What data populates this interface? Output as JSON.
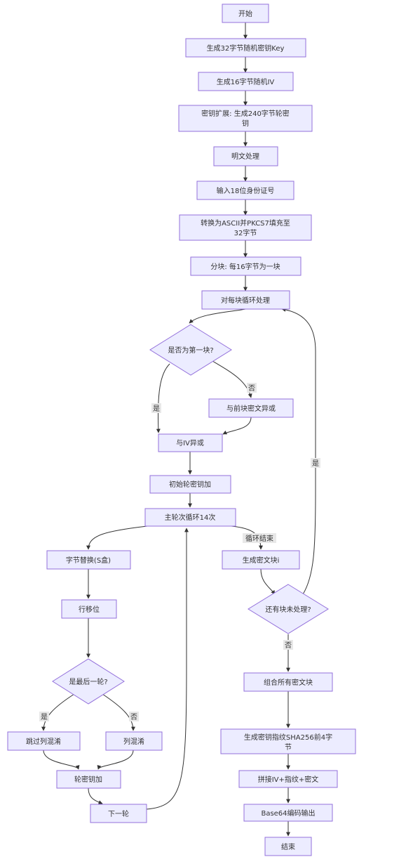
{
  "nodes": {
    "start": "开始",
    "gen_key": "生成32字节随机密钥Key",
    "gen_iv": "生成16字节随机IV",
    "key_expand": [
      "密钥扩展: 生成240字节轮密",
      "钥"
    ],
    "plaintext": "明文处理",
    "input_id": "输入18位身份证号",
    "to_ascii": [
      "转换为ASCII并PKCS7填充至",
      "32字节"
    ],
    "split": "分块: 每16字节为一块",
    "loop_blocks": "对每块循环处理",
    "is_first": "是否为第一块?",
    "xor_prev": "与前块密文异或",
    "xor_iv": "与IV异或",
    "init_round_key": "初始轮密钥加",
    "main_round": "主轮次循环14次",
    "sub_bytes": "字节替换(S盒)",
    "shift_rows": "行移位",
    "is_last": "是最后一轮?",
    "skip_mix": "跳过列混淆",
    "mix_cols": "列混淆",
    "add_round_key": "轮密钥加",
    "next_round": "下一轮",
    "gen_cipher_block": "生成密文块i",
    "more_blocks": "还有块未处理?",
    "combine": "组合所有密文块",
    "fingerprint": [
      "生成密钥指纹SHA256前4字",
      "节"
    ],
    "concat": "拼接IV+指纹+密文",
    "base64": "Base64编码输出",
    "end": "结束"
  },
  "edge_labels": {
    "yes": "是",
    "no": "否",
    "loop_end": "循环结束"
  },
  "colors": {
    "node_fill": "#ECECFF",
    "node_stroke": "#9370DB",
    "edge": "#333333",
    "label_bg": "#e8e8e8"
  }
}
